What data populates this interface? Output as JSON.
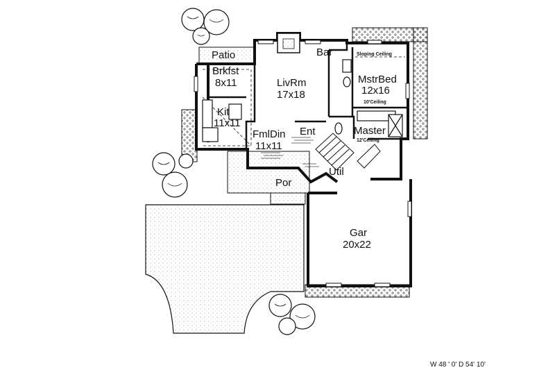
{
  "rooms": {
    "patio": "Patio",
    "bar": "Bar",
    "brkfst_name": "Brkfst",
    "brkfst_size": "8x11",
    "livrm_name": "LivRm",
    "livrm_size": "17x18",
    "mstrbed_name": "MstrBed",
    "mstrbed_size": "12x16",
    "kit_name": "Kit",
    "kit_size": "11x11",
    "fmldin_name": "FmlDin",
    "fmldin_size": "11x11",
    "ent": "Ent",
    "master": "Master",
    "util": "Util",
    "por": "Por",
    "gar_name": "Gar",
    "gar_size": "20x22"
  },
  "notes": {
    "sloping_ceiling": "Sloping Ceiling",
    "ceiling_10": "10'Ceiling",
    "ceiling_12": "12'Ceiling"
  },
  "dimensions": "W 48 ' 0' D 54' 10'",
  "colors": {
    "ink": "#111111",
    "paper": "#ffffff",
    "fill": "#f2f2f2"
  }
}
